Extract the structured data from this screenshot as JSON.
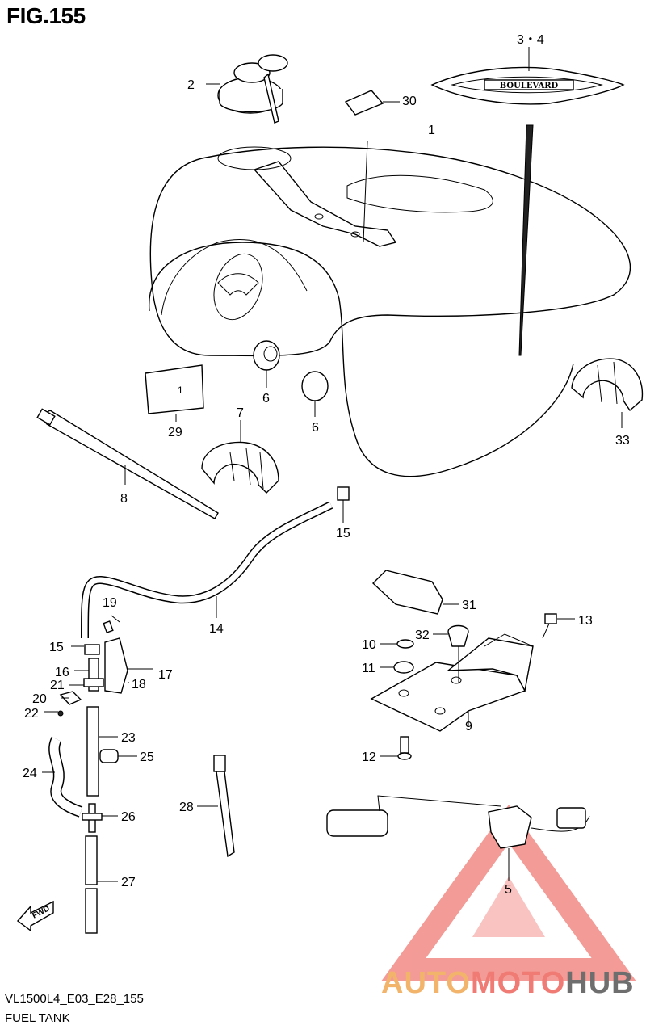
{
  "figure": {
    "title": "FIG.155"
  },
  "footer": {
    "code": "VL1500L4_E03_E28_155",
    "name": "FUEL TANK"
  },
  "emblem": {
    "text": "BOULEVARD"
  },
  "fwd": {
    "label": "FWD"
  },
  "decal_29": {
    "text": "1"
  },
  "watermark": {
    "part1": "AUTO",
    "part2": "MOTO",
    "part3": "HUB",
    "colors": {
      "auto": "#f2b46a",
      "moto": "#f07a74",
      "hub": "#6e6e6e"
    }
  },
  "callouts": {
    "c1": "1",
    "c2": "2",
    "c3_4": "3・4",
    "c30": "30",
    "c29": "29",
    "c6a": "6",
    "c6b": "6",
    "c7": "7",
    "c8": "8",
    "c33": "33",
    "c15a": "15",
    "c14": "14",
    "c19": "19",
    "c15b": "15",
    "c16": "16",
    "c17": "17",
    "c18": "18",
    "c21": "21",
    "c20": "20",
    "c22": "22",
    "c23": "23",
    "c24": "24",
    "c25": "25",
    "c26": "26",
    "c27": "27",
    "c28": "28",
    "c31": "31",
    "c13": "13",
    "c32": "32",
    "c10": "10",
    "c11": "11",
    "c9": "9",
    "c12": "12",
    "c5": "5"
  }
}
